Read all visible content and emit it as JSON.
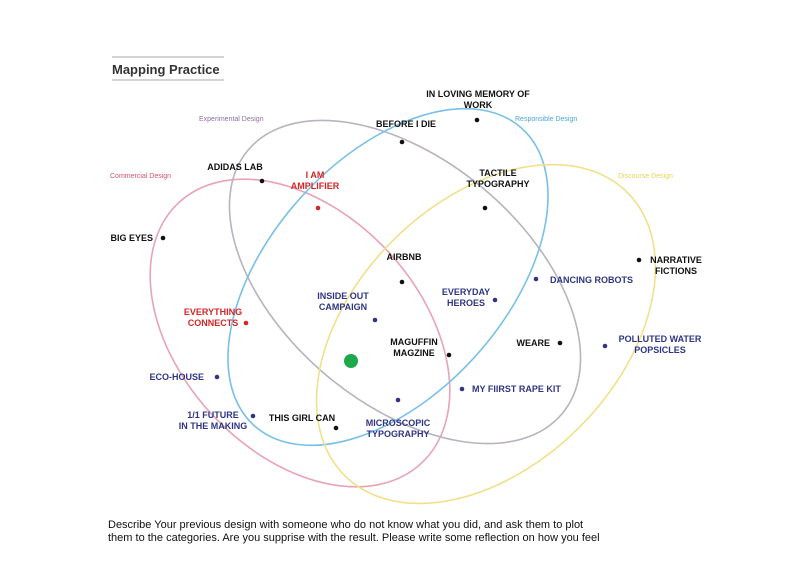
{
  "title": "Mapping Practice",
  "colors": {
    "commercial": "#e8a3b6",
    "experimental": "#b9b2bf",
    "responsible": "#79c0e8",
    "discourse": "#f1e089",
    "label_dark": "#111111",
    "label_navy": "#2f3584",
    "label_red": "#d42626",
    "center_dot": "#1ea84c"
  },
  "categories": [
    {
      "label": "Commercial Design",
      "color": "#d2566b"
    },
    {
      "label": "Experimental Design",
      "color": "#8e6f9f"
    },
    {
      "label": "Responsible Design",
      "color": "#49a7dc"
    },
    {
      "label": "Discourse Design",
      "color": "#e8d25a"
    }
  ],
  "items": [
    {
      "lines": [
        "IN LOVING MEMORY OF",
        "WORK"
      ],
      "tone": "dark"
    },
    {
      "lines": [
        "BEFORE I DIE"
      ],
      "tone": "dark"
    },
    {
      "lines": [
        "ADIDAS LAB"
      ],
      "tone": "dark"
    },
    {
      "lines": [
        "I AM",
        "AMPLIFIER"
      ],
      "tone": "red"
    },
    {
      "lines": [
        "TACTILE",
        "TYPOGRAPHY"
      ],
      "tone": "dark"
    },
    {
      "lines": [
        "BIG EYES"
      ],
      "tone": "dark"
    },
    {
      "lines": [
        "AIRBNB"
      ],
      "tone": "dark"
    },
    {
      "lines": [
        "NARRATIVE",
        "FICTIONS"
      ],
      "tone": "dark"
    },
    {
      "lines": [
        "DANCING ROBOTS"
      ],
      "tone": "navy"
    },
    {
      "lines": [
        "EVERYDAY",
        "HEROES"
      ],
      "tone": "navy"
    },
    {
      "lines": [
        "INSIDE OUT",
        "CAMPAIGN"
      ],
      "tone": "navy"
    },
    {
      "lines": [
        "EVERYTHING",
        "CONNECTS"
      ],
      "tone": "red"
    },
    {
      "lines": [
        "MAGUFFIN",
        "MAGZINE"
      ],
      "tone": "dark"
    },
    {
      "lines": [
        "WEARE"
      ],
      "tone": "dark"
    },
    {
      "lines": [
        "POLLUTED WATER",
        "POPSICLES"
      ],
      "tone": "navy"
    },
    {
      "lines": [
        "ECO-HOUSE"
      ],
      "tone": "navy"
    },
    {
      "lines": [
        "MY FIIRST RAPE KIT"
      ],
      "tone": "navy"
    },
    {
      "lines": [
        "1/1 FUTURE",
        "IN THE MAKING"
      ],
      "tone": "navy"
    },
    {
      "lines": [
        "THIS GIRL CAN"
      ],
      "tone": "dark"
    },
    {
      "lines": [
        "MICROSCOPIC",
        "TYPOGRAPHY"
      ],
      "tone": "navy"
    }
  ],
  "caption": [
    "Describe Your previous design  with someone who do not know what you did, and ask them to plot",
    "them to the categories. Are you supprise with the result. Please write some reflection on how you feel"
  ]
}
